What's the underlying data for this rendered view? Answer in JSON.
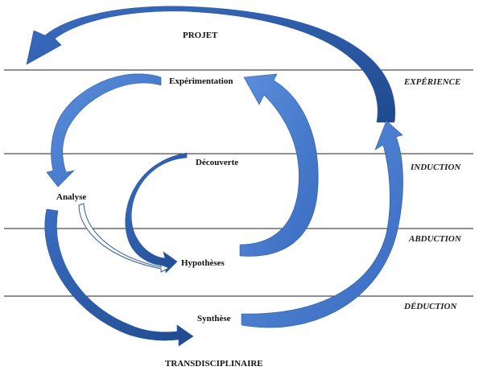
{
  "labels": {
    "projet": "PROJET",
    "experimentation": "Expérimentation",
    "decouverte": "Découverte",
    "analyse": "Analyse",
    "hypotheses": "Hypothèses",
    "synthese": "Synthèse",
    "transdisciplinaire": "TRANSDISCIPLINAIRE"
  },
  "bands": [
    "EXPÉRIENCE",
    "INDUCTION",
    "ABDUCTION",
    "DÉDUCTION"
  ],
  "colors": {
    "arrow_light": "#4a7fd0",
    "arrow_dark": "#27539a",
    "outline": "#2e5a9e",
    "line": "#222222"
  }
}
